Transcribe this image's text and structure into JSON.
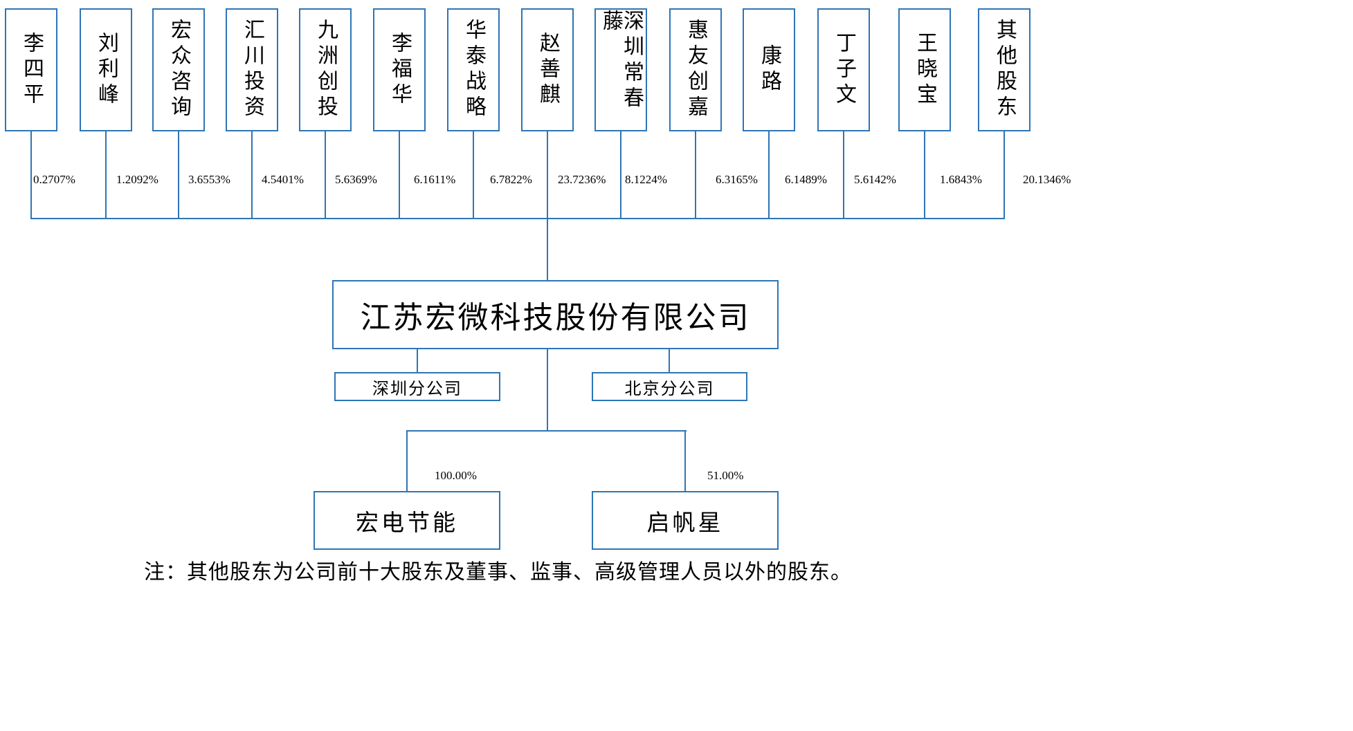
{
  "colors": {
    "line": "#2e75b6",
    "box_border": "#2e75b6",
    "background": "#ffffff",
    "text": "#000000"
  },
  "shareholders": [
    {
      "name": "李四平",
      "pct": "0.2707%"
    },
    {
      "name": "刘利峰",
      "pct": "1.2092%"
    },
    {
      "name": "宏众咨询",
      "pct": "3.6553%"
    },
    {
      "name": "汇川投资",
      "pct": "4.5401%"
    },
    {
      "name": "九洲创投",
      "pct": "5.6369%"
    },
    {
      "name": "李福华",
      "pct": "6.1611%"
    },
    {
      "name": "华泰战略",
      "pct": "6.7822%"
    },
    {
      "name": "赵善麒",
      "pct": "23.7236%"
    },
    {
      "name": "深圳常春藤",
      "pct": "8.1224%"
    },
    {
      "name": "惠友创嘉",
      "pct": "6.3165%"
    },
    {
      "name": "康路",
      "pct": "6.1489%"
    },
    {
      "name": "丁子文",
      "pct": "5.6142%"
    },
    {
      "name": "王晓宝",
      "pct": "1.6843%"
    },
    {
      "name": "其他股东",
      "pct": "20.1346%"
    }
  ],
  "company": {
    "name": "江苏宏微科技股份有限公司"
  },
  "branches": [
    {
      "name": "深圳分公司"
    },
    {
      "name": "北京分公司"
    }
  ],
  "subsidiaries": [
    {
      "name": "宏电节能",
      "pct": "100.00%"
    },
    {
      "name": "启帆星",
      "pct": "51.00%"
    }
  ],
  "note": "注：其他股东为公司前十大股东及董事、监事、高级管理人员以外的股东。"
}
